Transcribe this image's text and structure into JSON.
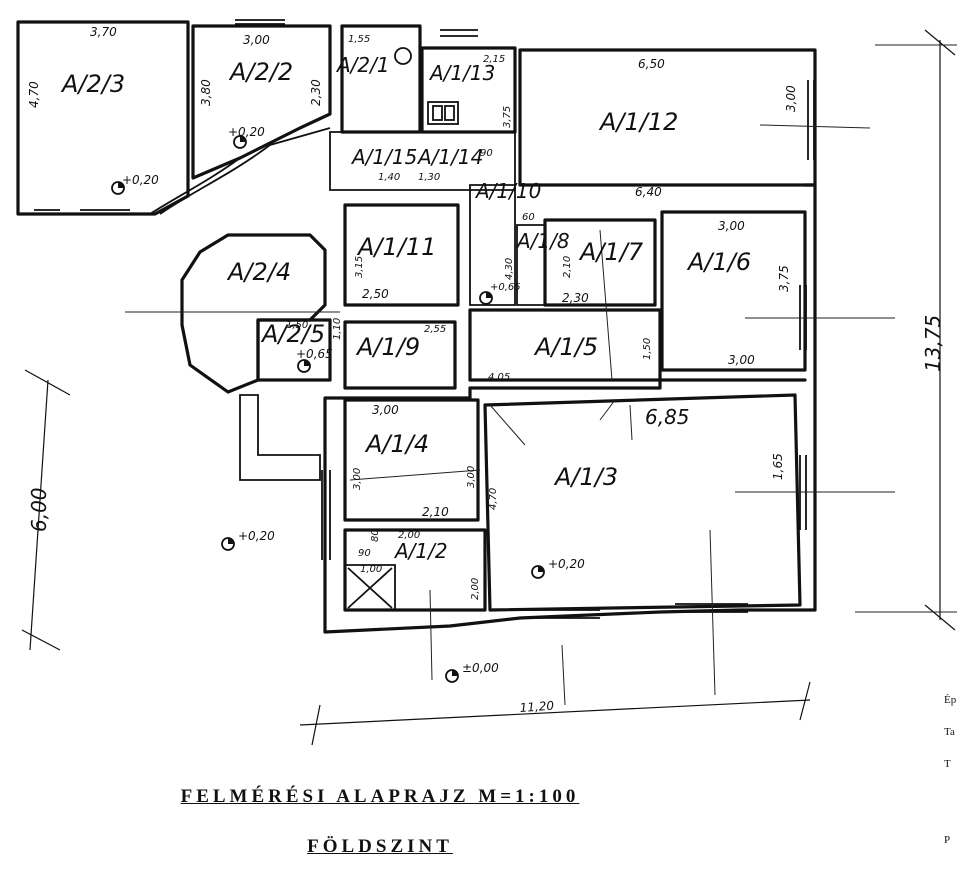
{
  "title": {
    "line1": "FELMÉRÉSI ALAPRAJZ M=1:100",
    "line2": "FÖLDSZINT"
  },
  "rooms": {
    "a23": "A/2/3",
    "a22": "A/2/2",
    "a21": "A/2/1",
    "a113": "A/1/13",
    "a112": "A/1/12",
    "a115": "A/1/15",
    "a114": "A/1/14",
    "a110": "A/1/10",
    "a111": "A/1/11",
    "a24": "A/2/4",
    "a18": "A/1/8",
    "a17": "A/1/7",
    "a16": "A/1/6",
    "a25": "A/2/5",
    "a19": "A/1/9",
    "a15": "A/1/5",
    "a14": "A/1/4",
    "a13": "A/1/3",
    "a12": "A/1/2"
  },
  "dimensions": {
    "d370": "3,70",
    "d300a": "3,00",
    "d155": "1,55",
    "d215": "2,15",
    "d650": "6,50",
    "d470": "4,70",
    "d380": "3,80",
    "d230": "2,30",
    "d300b": "3,00",
    "d375a": "3,75",
    "d640": "6,40",
    "d140": "1,40",
    "d130": "1,30",
    "d90": "90",
    "d60": "60",
    "d300c": "3,00",
    "d375b": "3,75",
    "d315": "3,15",
    "d430": "4,30",
    "d210a": "2,10",
    "d250": "2,50",
    "d230b": "2,30",
    "d150a": "1,50",
    "d110": "1,10",
    "d255": "2,55",
    "d150b": "1,50",
    "d300d": "3,00",
    "d405": "4,05",
    "d300e": "3,00",
    "d685": "6,85",
    "d165": "1,65",
    "d300f": "3,00",
    "d300g": "3,00",
    "d470b": "4,70",
    "d210b": "2,10",
    "d80": "80",
    "d200": "2,00",
    "d90b": "90",
    "d100": "1,00",
    "d200b": "2,00",
    "d600": "6,00",
    "d1120": "11,20",
    "d1375": "13,75"
  },
  "levels": {
    "l1": "+0,20",
    "l2": "+0,20",
    "l3": "+0,65",
    "l4": "+0,20",
    "l5": "+0,20",
    "l6": "±0,00",
    "l7": "+0,65"
  },
  "side_text": [
    "Ép",
    "Ta",
    "T",
    "P"
  ]
}
